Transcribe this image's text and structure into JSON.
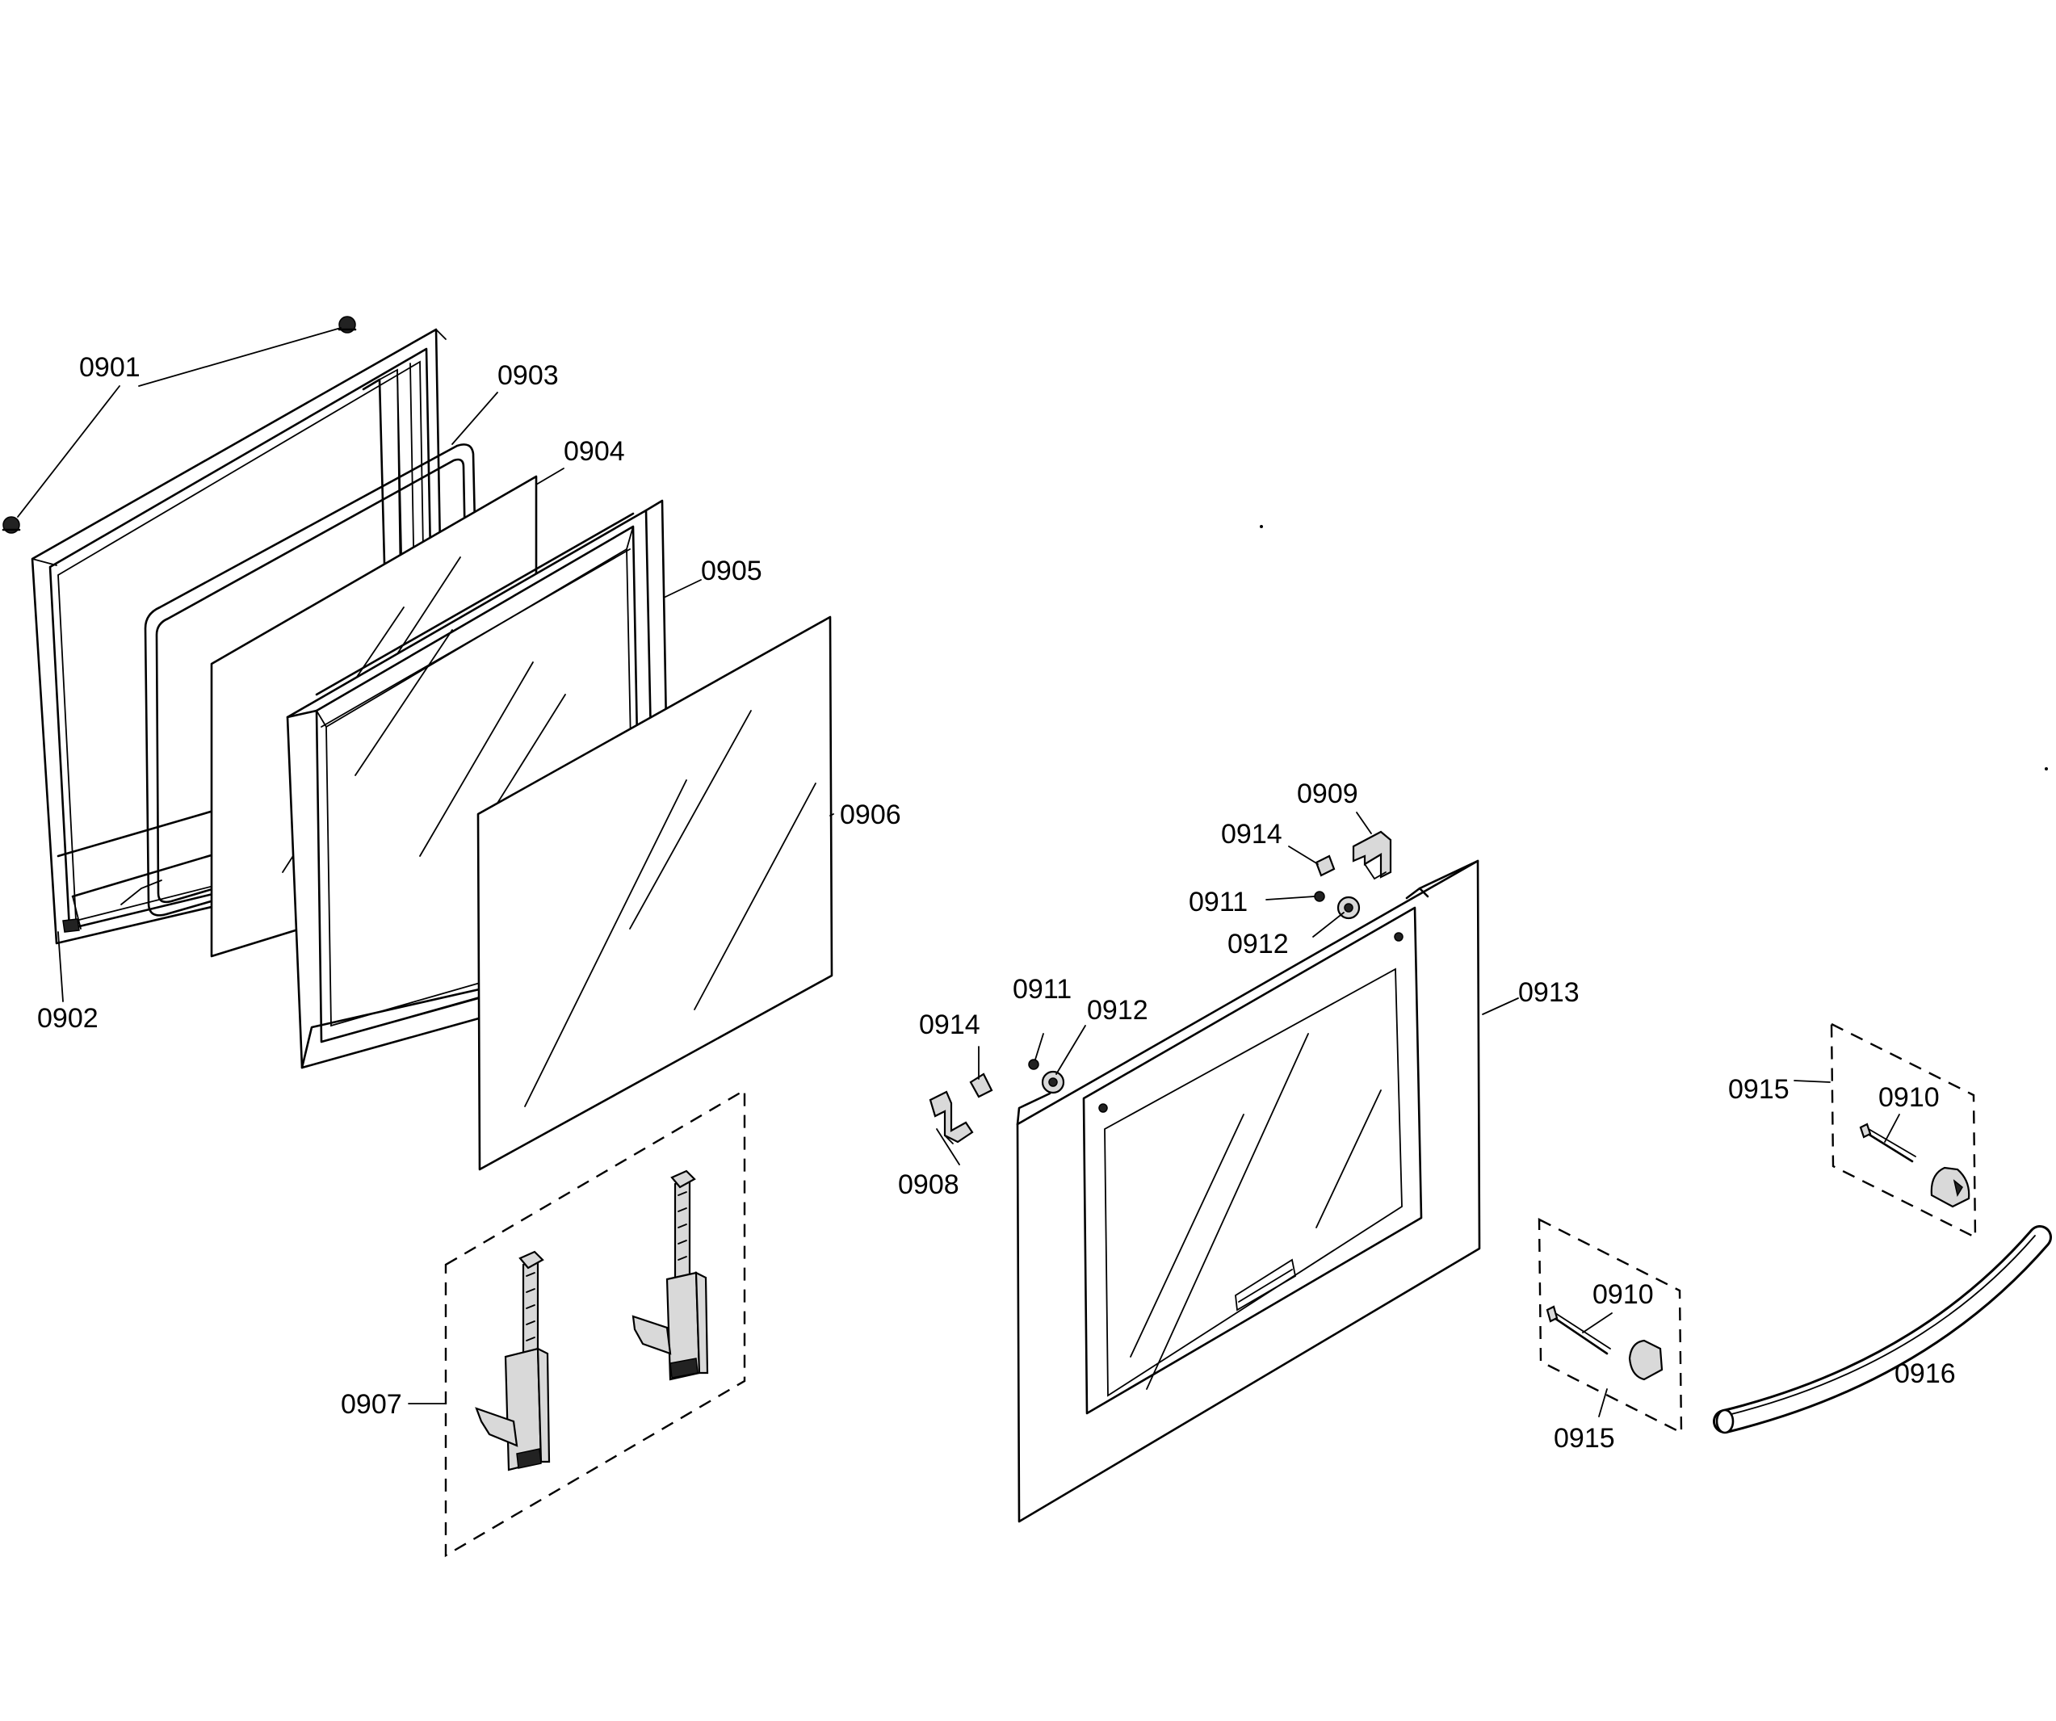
{
  "parts": {
    "p0901": "0901",
    "p0902": "0902",
    "p0903": "0903",
    "p0904": "0904",
    "p0905": "0905",
    "p0906": "0906",
    "p0907": "0907",
    "p0908": "0908",
    "p0909": "0909",
    "p0910_upper": "0910",
    "p0910_lower": "0910",
    "p0911_upper": "0911",
    "p0911_lower": "0911",
    "p0912_upper": "0912",
    "p0912_lower": "0912",
    "p0913": "0913",
    "p0914_upper": "0914",
    "p0914_lower": "0914",
    "p0915_upper": "0915",
    "p0915_lower": "0915",
    "p0916": "0916"
  }
}
